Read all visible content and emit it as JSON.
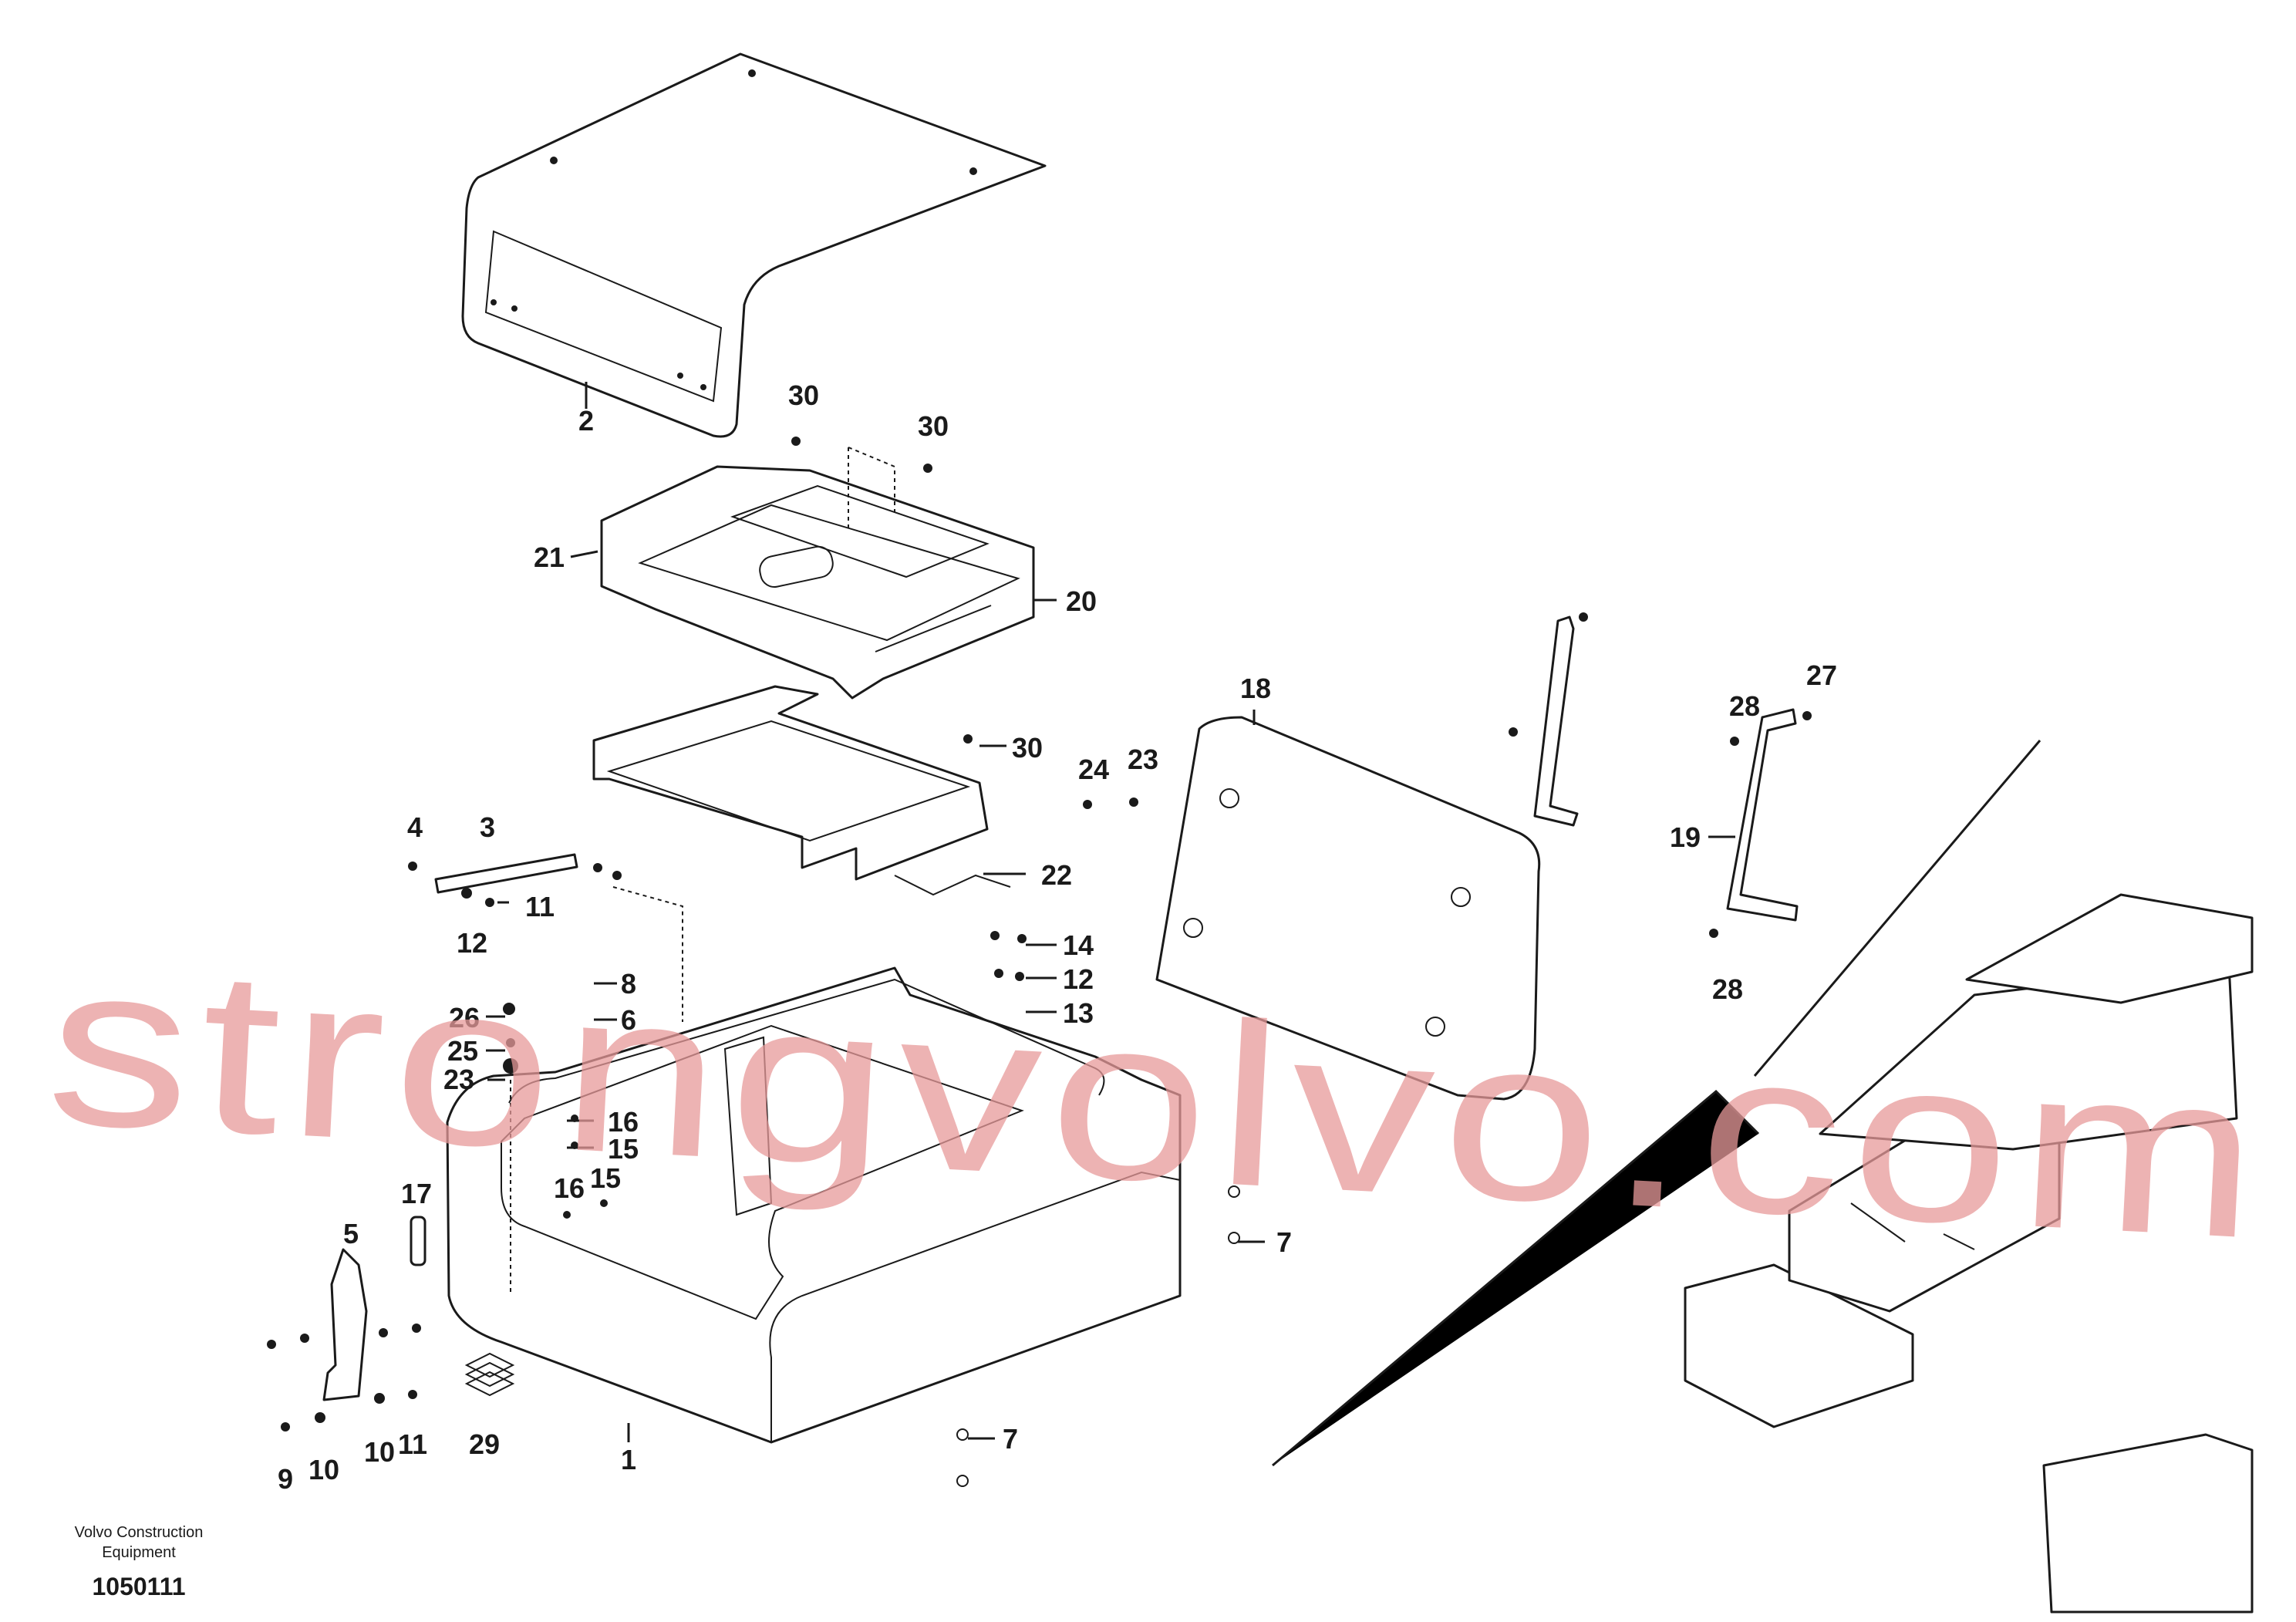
{
  "diagram": {
    "callouts": [
      "2",
      "30",
      "30",
      "21",
      "20",
      "30",
      "22",
      "24",
      "23",
      "18",
      "28",
      "27",
      "19",
      "28",
      "4",
      "3",
      "12",
      "11",
      "14",
      "12",
      "13",
      "8",
      "26",
      "6",
      "25",
      "23",
      "16",
      "15",
      "16",
      "15",
      "17",
      "5",
      "9",
      "10",
      "10",
      "11",
      "29",
      "1",
      "7",
      "7"
    ],
    "watermark": "strongvolvo.com",
    "footer": {
      "brand_line1": "Volvo Construction",
      "brand_line2": "Equipment",
      "code": "1050111"
    }
  }
}
